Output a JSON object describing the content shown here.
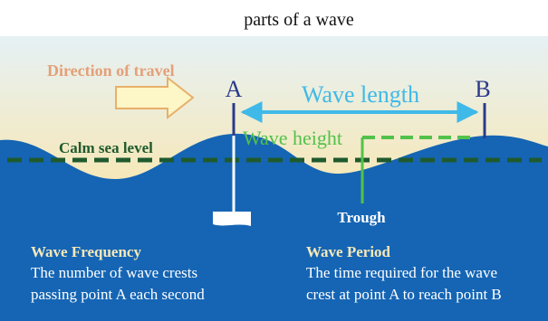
{
  "title": "parts of a wave",
  "labels": {
    "direction": "Direction of travel",
    "point_a": "A",
    "point_b": "B",
    "wave_length": "Wave length",
    "wave_height": "Wave height",
    "calm_sea_level": "Calm sea level",
    "trough": "Trough"
  },
  "descriptions": {
    "frequency": {
      "heading": "Wave Frequency",
      "line1": "The number of wave crests",
      "line2": "passing point A  each second"
    },
    "period": {
      "heading": "Wave Period",
      "line1": "The time required for the wave",
      "line2": "crest at point A to reach point B"
    }
  },
  "colors": {
    "sky_top": "#e6f1f5",
    "sky_bottom": "#f6e8b8",
    "sea": "#1565b4",
    "calm_line": "#1f5a2e",
    "wave_height": "#52c24a",
    "wave_length": "#3fb9e8",
    "point_line": "#2b3a8a",
    "direction_text": "#e4a079",
    "arrow_fill": "#fdf6c6",
    "arrow_stroke": "#e8b06a",
    "white": "#ffffff"
  }
}
